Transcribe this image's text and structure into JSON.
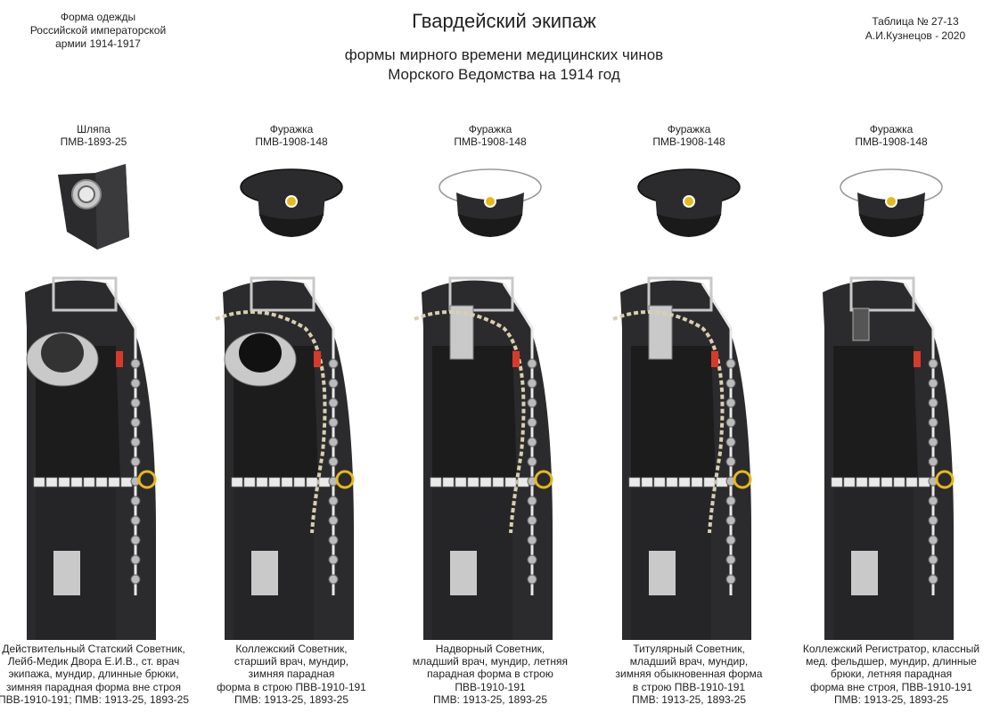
{
  "header": {
    "left_lines": [
      "Форма одежды",
      "Российской императорской",
      "армии  1914-1917"
    ],
    "title": "Гвардейский экипаж",
    "subtitle_lines": [
      "формы мирного времени медицинских чинов",
      "Морского Ведомства на 1914 год"
    ],
    "right_lines": [
      "Таблица №  27-13",
      "А.И.Кузнецов - 2020"
    ]
  },
  "colors": {
    "uniform": "#2b2b2d",
    "uniform_shade": "#1c1c1d",
    "trim": "#e9e9e9",
    "silver": "#c9c9c9",
    "red": "#d83a2a",
    "gold": "#e6b91a"
  },
  "figures": [
    {
      "hat_type": "hat",
      "hat_lines": [
        "Шляпа",
        "ПМВ-1893-25"
      ],
      "caption_lines": [
        "Действительный Статский Советник,",
        "Лейб-Медик Двора Е.И.В., ст. врач",
        "экипажа, мундир, длинные брюки,",
        "зимняя парадная форма вне строя",
        "ПВВ-1910-191; ПМВ: 1913-25, 1893-25"
      ]
    },
    {
      "hat_type": "cap-black",
      "hat_lines": [
        "Фуражка",
        "ПМВ-1908-148"
      ],
      "caption_lines": [
        "Коллежский Советник,",
        "старший врач, мундир,",
        "зимняя парадная",
        "форма в строю  ПВВ-1910-191",
        "ПМВ: 1913-25, 1893-25"
      ]
    },
    {
      "hat_type": "cap-white",
      "hat_lines": [
        "Фуражка",
        "ПМВ-1908-148"
      ],
      "caption_lines": [
        "Надворный Советник,",
        "младший врач, мундир, летняя",
        "парадная форма в строю",
        "ПВВ-1910-191",
        "ПМВ: 1913-25, 1893-25"
      ]
    },
    {
      "hat_type": "cap-black",
      "hat_lines": [
        "Фуражка",
        "ПМВ-1908-148"
      ],
      "caption_lines": [
        "Титулярный Советник,",
        "младший врач, мундир,",
        "зимняя обыкновенная форма",
        "в строю  ПВВ-1910-191",
        "ПМВ: 1913-25, 1893-25"
      ]
    },
    {
      "hat_type": "cap-white",
      "hat_lines": [
        "Фуражка",
        "ПМВ-1908-148"
      ],
      "caption_lines": [
        "Коллежский Регистратор, классный",
        "мед. фельдшер,  мундир, длинные",
        "брюки, летняя парадная",
        "форма вне строя,   ПВВ-1910-191",
        "ПМВ: 1913-25, 1893-25"
      ]
    }
  ]
}
